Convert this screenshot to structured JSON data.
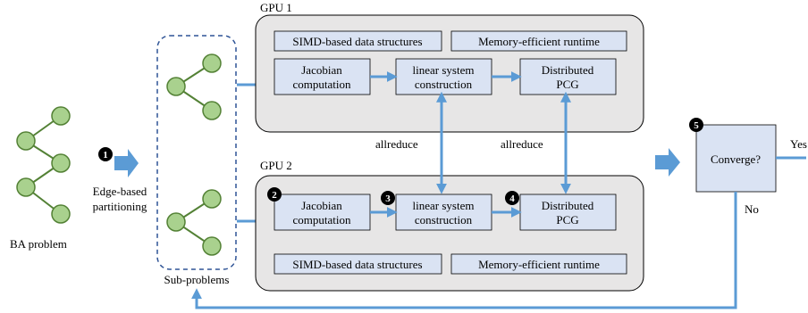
{
  "labels": {
    "gpu1": "GPU 1",
    "gpu2": "GPU 2",
    "ba_problem": "BA problem",
    "edge_based_1": "Edge-based",
    "edge_based_2": "partitioning",
    "sub_problems": "Sub-problems",
    "allreduce": "allreduce",
    "yes": "Yes",
    "no": "No"
  },
  "gpu1": {
    "simd": "SIMD-based data structures",
    "memory": "Memory-efficient runtime",
    "jacobian": [
      "Jacobian",
      "computation"
    ],
    "linear": [
      "linear system",
      "construction"
    ],
    "pcg": [
      "Distributed",
      "PCG"
    ]
  },
  "gpu2": {
    "simd": "SIMD-based data structures",
    "memory": "Memory-efficient runtime",
    "jacobian": [
      "Jacobian",
      "computation"
    ],
    "linear": [
      "linear system",
      "construction"
    ],
    "pcg": [
      "Distributed",
      "PCG"
    ]
  },
  "converge": "Converge?",
  "steps": [
    "1",
    "2",
    "3",
    "4",
    "5"
  ],
  "colors": {
    "arrow": "#5b9bd5",
    "node_fill": "#a9d18e",
    "node_stroke": "#538135",
    "gpu_panel": "#e7e6e6",
    "box_fill": "#dae3f3",
    "dashed": "#2f5496"
  }
}
